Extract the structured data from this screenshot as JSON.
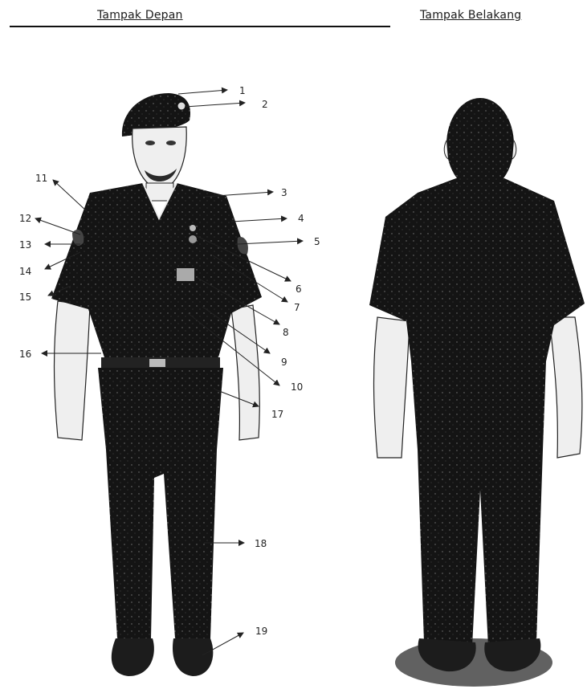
{
  "headings": {
    "front": "Tampak Depan",
    "back": "Tampak Belakang"
  },
  "callouts": [
    "1",
    "2",
    "3",
    "4",
    "5",
    "6",
    "7",
    "8",
    "9",
    "10",
    "11",
    "12",
    "13",
    "14",
    "15",
    "16",
    "17",
    "18",
    "19"
  ],
  "colors": {
    "uniform": "#141414",
    "skin": "#f2f2f2",
    "ink": "#222222"
  }
}
